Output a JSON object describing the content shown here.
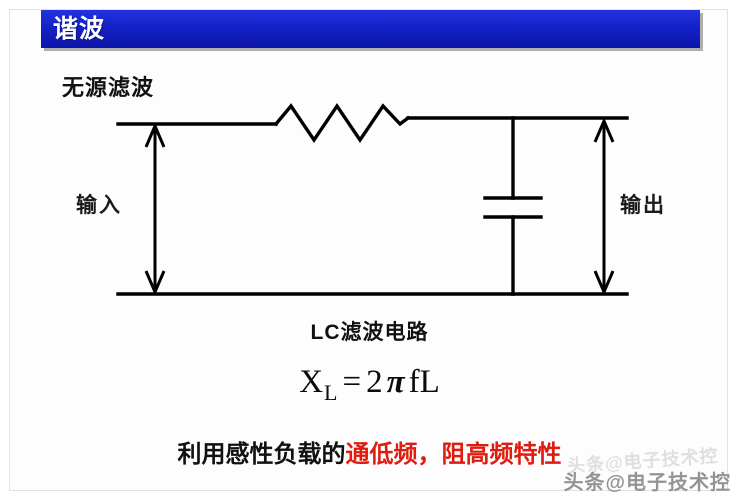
{
  "slide": {
    "title": "谐波",
    "subheading": "无源滤波",
    "caption": "LC滤波电路",
    "title_bar_color": "#1422c8",
    "title_text_color": "#ffffff",
    "background_color": "#ffffff"
  },
  "diagram": {
    "input_label": "输入",
    "output_label": "输出",
    "components": [
      {
        "name": "inductor",
        "symbol": "zigzag"
      },
      {
        "name": "capacitor",
        "symbol": "parallel-plates"
      }
    ],
    "line_color": "#000000"
  },
  "formula": {
    "lhs_symbol": "X",
    "lhs_subscript": "L",
    "equals": "=",
    "coefficient": "2",
    "pi": "π",
    "frequency": "f",
    "inductance": "L",
    "plain": "X_L = 2 π f L"
  },
  "bottom_statement": {
    "black_part": "利用感性负载的",
    "red_part": "通低频，阻高频特性",
    "red_color": "#e01b10",
    "black_color": "#111111"
  },
  "watermark": {
    "text": "头条@电子技术控",
    "ghost_text": "头条@电子技术控"
  }
}
